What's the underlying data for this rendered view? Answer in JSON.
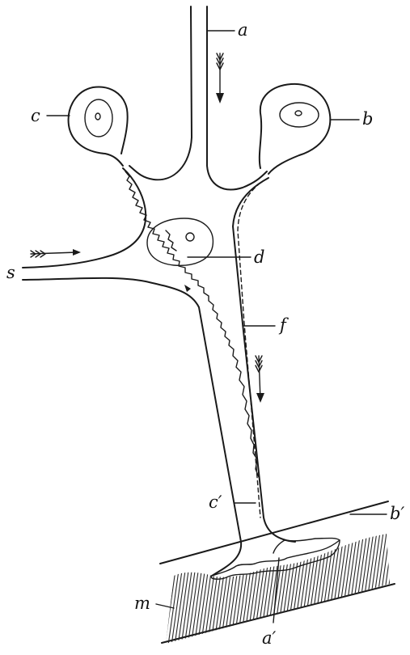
{
  "labels": {
    "a": "a",
    "b": "b",
    "c": "c",
    "d": "d",
    "s": "s",
    "f": "f",
    "c_prime": "c′",
    "b_prime": "b′",
    "m": "m",
    "a_prime": "a′"
  },
  "colors": {
    "ink": "#1a1a1a",
    "background": "#ffffff"
  },
  "icons": {
    "flow_arrow": "feathered-arrow-icon"
  }
}
